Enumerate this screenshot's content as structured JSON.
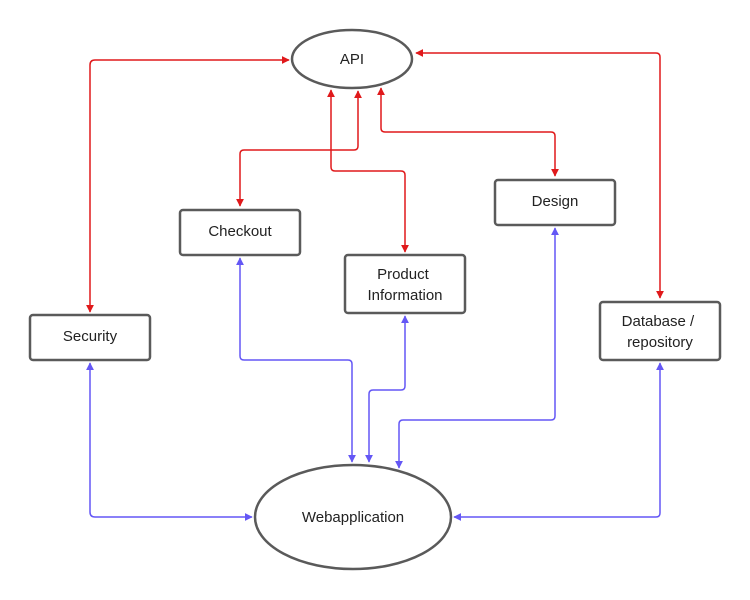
{
  "colors": {
    "api_links": "#e0191b",
    "web_links": "#6457f5",
    "node_border": "#5a5a5a",
    "text": "#222222",
    "background": "#ffffff"
  },
  "nodes": {
    "api": {
      "label": "API",
      "shape": "ellipse"
    },
    "security": {
      "label": "Security",
      "shape": "rounded-rectangle"
    },
    "checkout": {
      "label": "Checkout",
      "shape": "rounded-rectangle"
    },
    "product_information": {
      "lines": [
        "Product",
        "Information"
      ],
      "shape": "rounded-rectangle"
    },
    "design": {
      "label": "Design",
      "shape": "rounded-rectangle"
    },
    "database": {
      "lines": [
        "Database /",
        "repository"
      ],
      "shape": "rounded-rectangle"
    },
    "webapplication": {
      "label": "Webapplication",
      "shape": "ellipse"
    }
  },
  "edges": [
    {
      "from": "api",
      "to": "security",
      "color": "api_links",
      "direction": "both"
    },
    {
      "from": "api",
      "to": "checkout",
      "color": "api_links",
      "direction": "both"
    },
    {
      "from": "api",
      "to": "product_information",
      "color": "api_links",
      "direction": "both"
    },
    {
      "from": "api",
      "to": "design",
      "color": "api_links",
      "direction": "both"
    },
    {
      "from": "api",
      "to": "database",
      "color": "api_links",
      "direction": "both"
    },
    {
      "from": "webapplication",
      "to": "security",
      "color": "web_links",
      "direction": "both"
    },
    {
      "from": "webapplication",
      "to": "checkout",
      "color": "web_links",
      "direction": "both"
    },
    {
      "from": "webapplication",
      "to": "product_information",
      "color": "web_links",
      "direction": "both"
    },
    {
      "from": "webapplication",
      "to": "design",
      "color": "web_links",
      "direction": "both"
    },
    {
      "from": "webapplication",
      "to": "database",
      "color": "web_links",
      "direction": "both"
    }
  ]
}
